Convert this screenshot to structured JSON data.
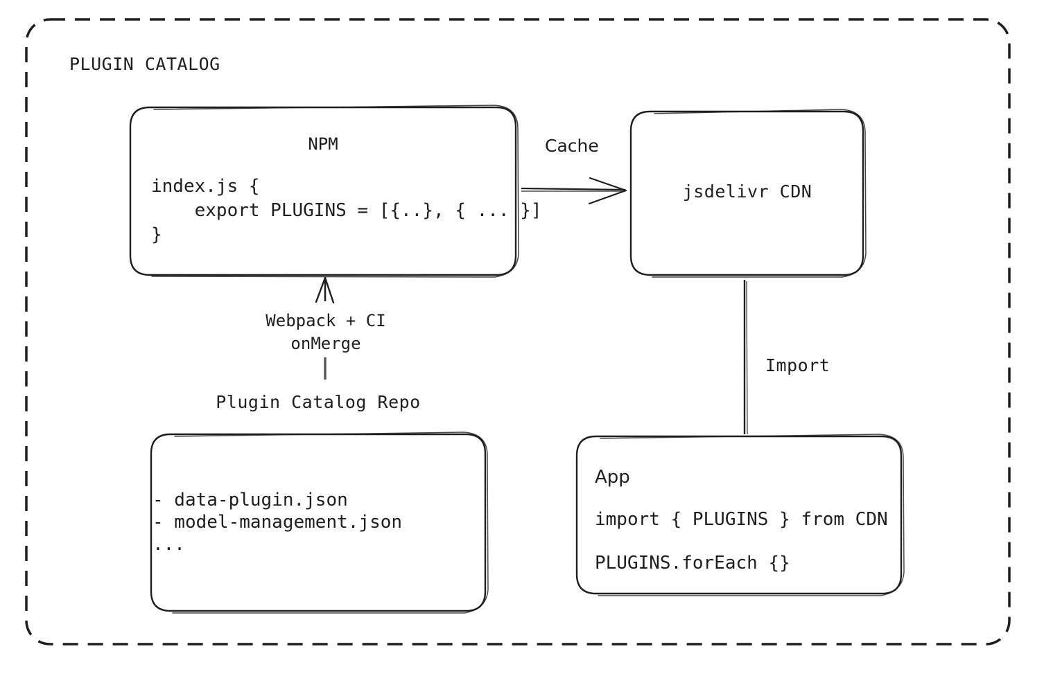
{
  "diagram": {
    "container_label": "PLUGIN CATALOG",
    "stroke_color": "#1e1e1e",
    "background_color": "#ffffff"
  },
  "nodes": {
    "npm": {
      "title": "NPM",
      "code": "index.js {\n    export PLUGINS = [{..}, { ... }]\n}"
    },
    "cdn": {
      "title": "jsdelivr CDN"
    },
    "repo": {
      "title": "Plugin Catalog Repo",
      "code": "- data-plugin.json\n- model-management.json\n..."
    },
    "app": {
      "title": "App",
      "line1": "import { PLUGINS } from CDN",
      "line2": "PLUGINS.forEach {}"
    }
  },
  "edges": {
    "cache": {
      "label": "Cache",
      "from": "npm",
      "to": "cdn"
    },
    "build": {
      "label": "Webpack + CI\nonMerge",
      "from": "repo",
      "to": "npm"
    },
    "import": {
      "label": "Import",
      "from": "app",
      "to": "cdn"
    }
  }
}
